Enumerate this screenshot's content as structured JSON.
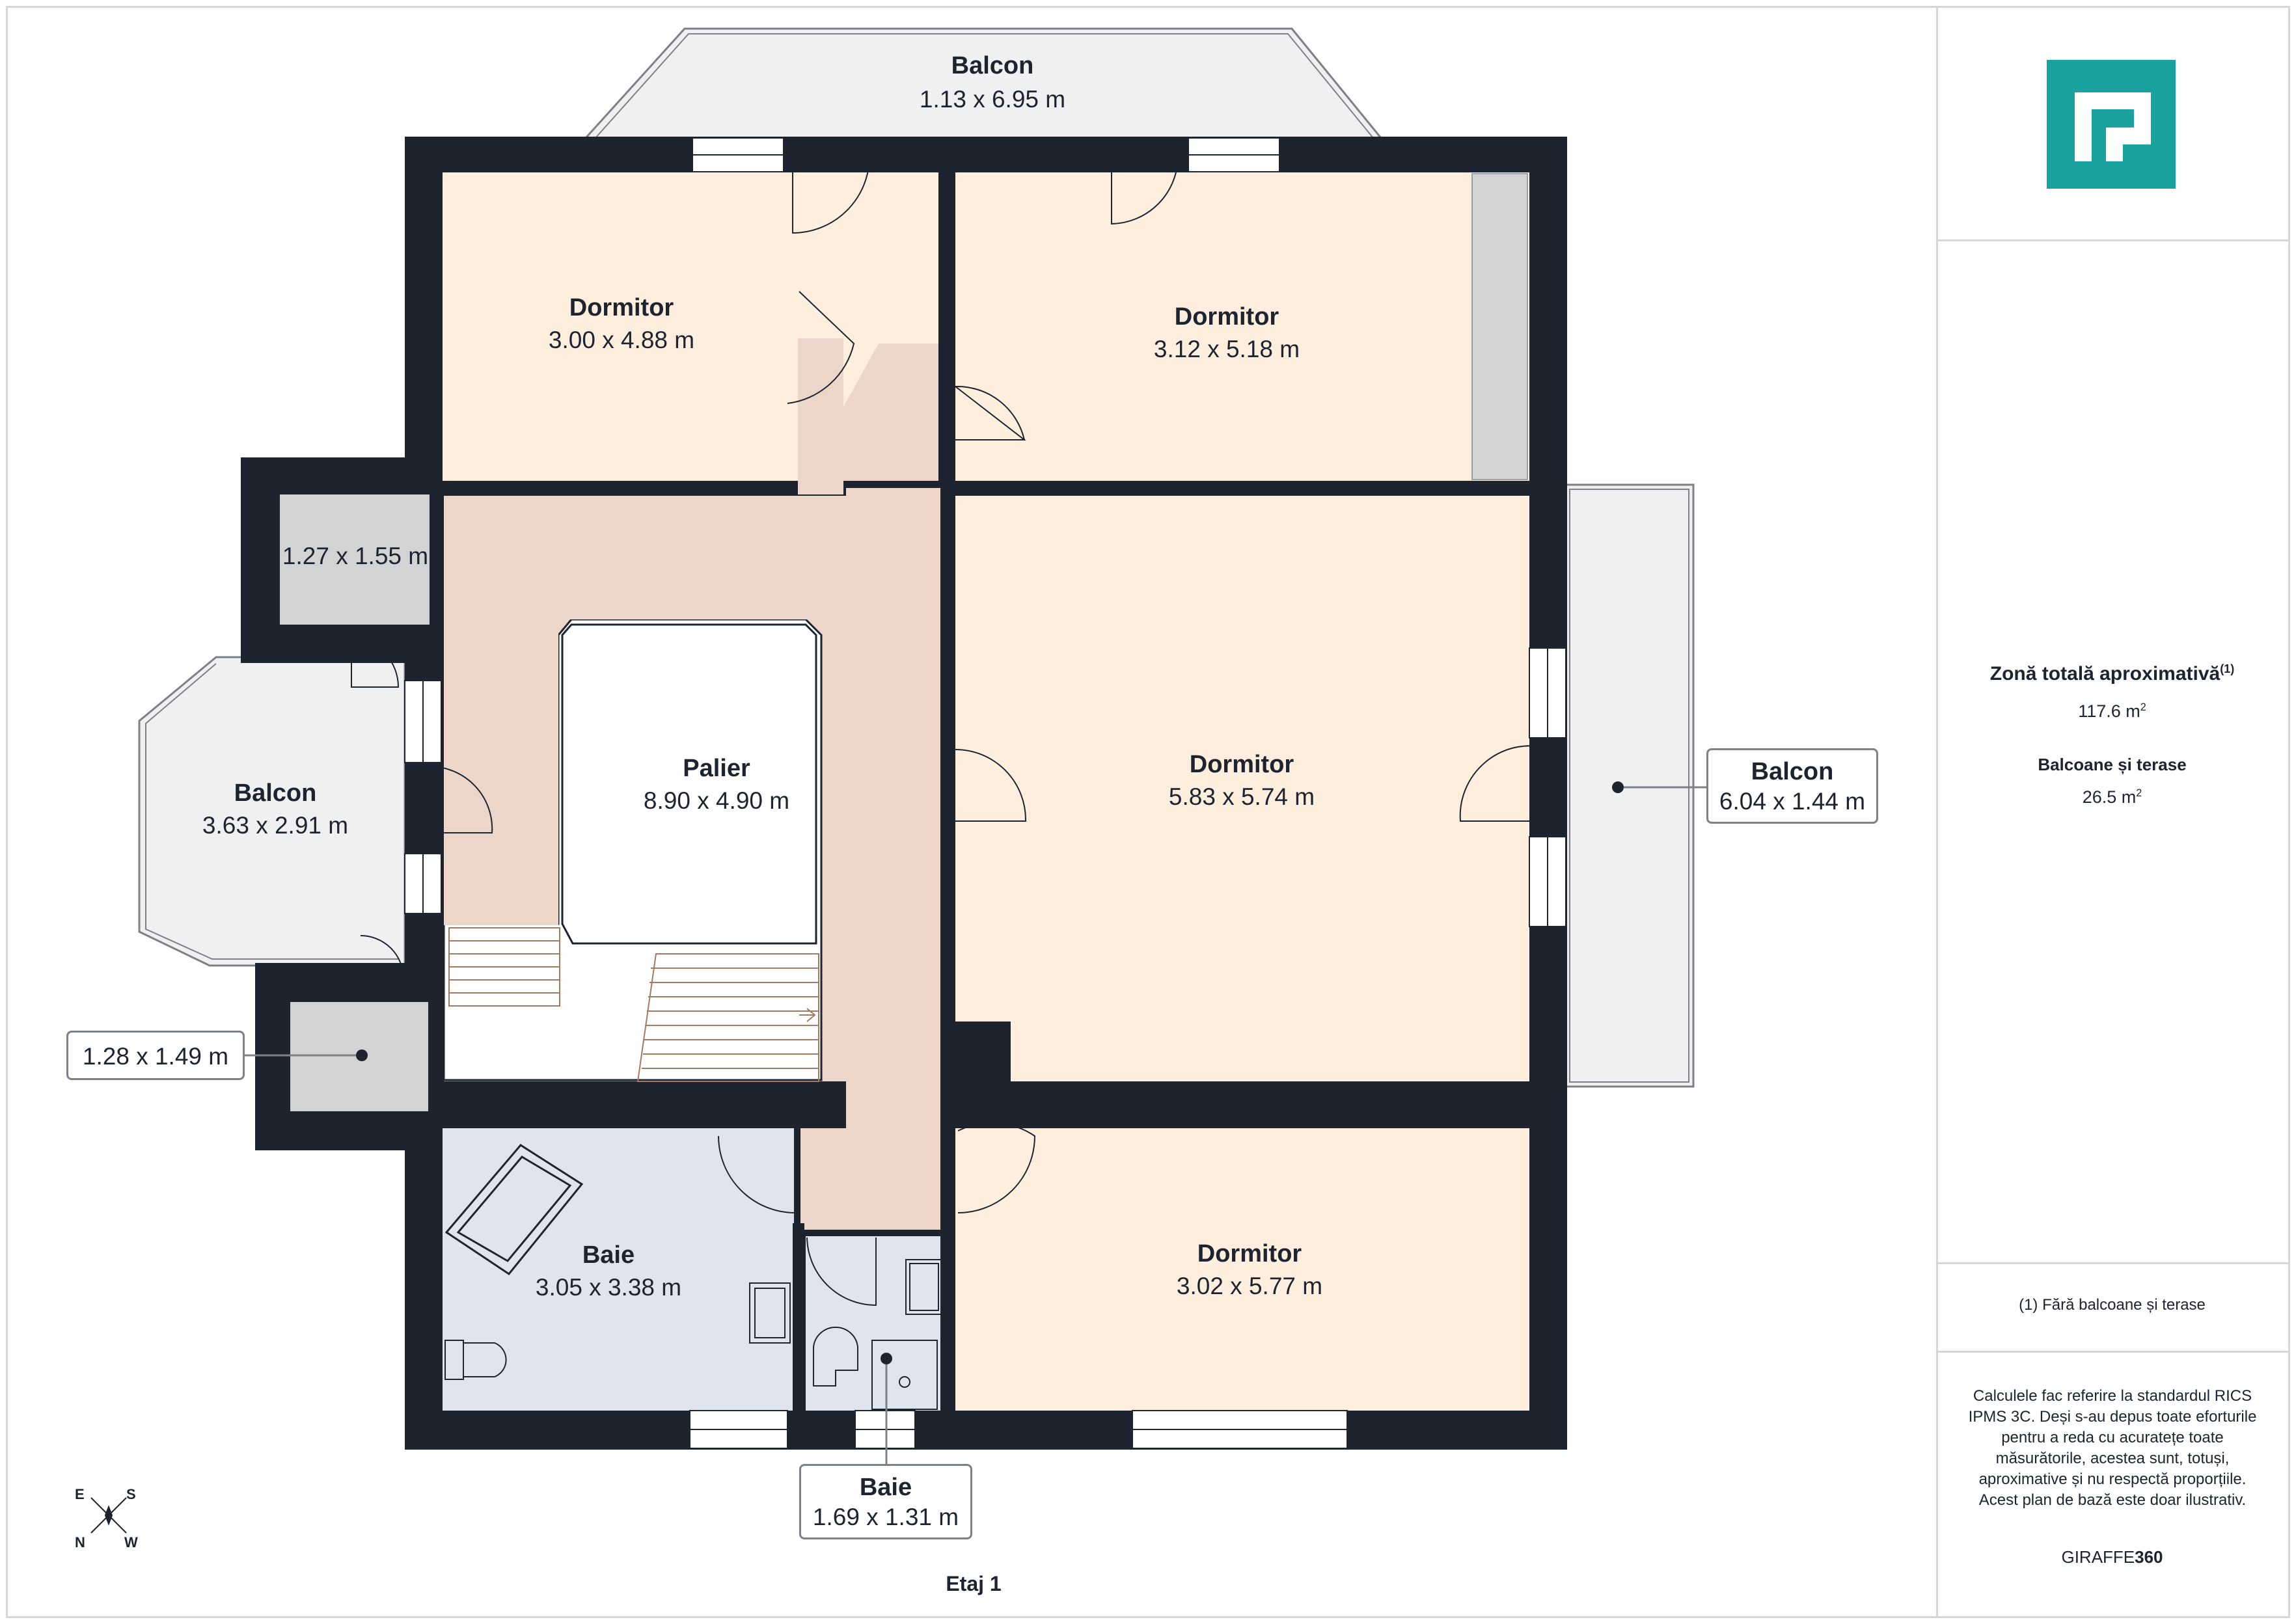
{
  "rooms": [
    {
      "id": "dormitor-1",
      "name": "Dormitor",
      "dims": "3.00 x 4.88 m"
    },
    {
      "id": "dormitor-2",
      "name": "Dormitor",
      "dims": "3.12 x 5.18 m"
    },
    {
      "id": "dormitor-3",
      "name": "Dormitor",
      "dims": "5.83 x 5.74 m"
    },
    {
      "id": "dormitor-4",
      "name": "Dormitor",
      "dims": "3.02 x 5.77 m"
    },
    {
      "id": "palier",
      "name": "Palier",
      "dims": "8.90 x 4.90 m"
    },
    {
      "id": "baie-1",
      "name": "Baie",
      "dims": "3.05 x 3.38 m"
    },
    {
      "id": "balcon-top",
      "name": "Balcon",
      "dims": "1.13 x 6.95 m"
    },
    {
      "id": "balcon-left",
      "name": "Balcon",
      "dims": "3.63 x 2.91 m"
    },
    {
      "id": "storage-upper",
      "name": "",
      "dims": "1.27 x 1.55 m"
    }
  ],
  "callouts": {
    "balcon_right": {
      "name": "Balcon",
      "dims": "6.04 x 1.44 m"
    },
    "baie_small": {
      "name": "Baie",
      "dims": "1.69 x 1.31 m"
    },
    "storage_lower": {
      "dims": "1.28 x 1.49 m"
    }
  },
  "floor_label": "Etaj 1",
  "compass": {
    "e": "E",
    "s": "S",
    "n": "N",
    "w": "W"
  },
  "sidebar": {
    "total_area_label": "Zonă totală aproximativă",
    "total_area_note": "(1)",
    "total_area_value": "117.6 m",
    "total_area_unit_sup": "2",
    "balcony_label": "Balcoane și terase",
    "balcony_value": "26.5 m",
    "balcony_unit_sup": "2",
    "footnote": "(1) Fără balcoane și terase",
    "disclaimer": "Calculele fac referire la standardul RICS IPMS 3C. Deși s-au depus toate eforturile pentru a reda cu acuratețe toate măsurătorile, acestea sunt, totuși, aproximative și nu respectă proporțiile. Acest plan de bază este doar ilustrativ.",
    "brand_prefix": "GIRAFFE",
    "brand_suffix": "360"
  },
  "colors": {
    "wall": "#1d2430",
    "bedroom": "#fdeedd",
    "landing": "#ecd5c9",
    "bathroom": "#dfe4ef",
    "balcony": "#f0f0f0",
    "storage": "#d3d3d3",
    "brand": "#1aa2a0"
  },
  "icons": [
    "compass-icon",
    "logo-icon",
    "door-swing-icon",
    "window-icon",
    "stairs-icon"
  ]
}
